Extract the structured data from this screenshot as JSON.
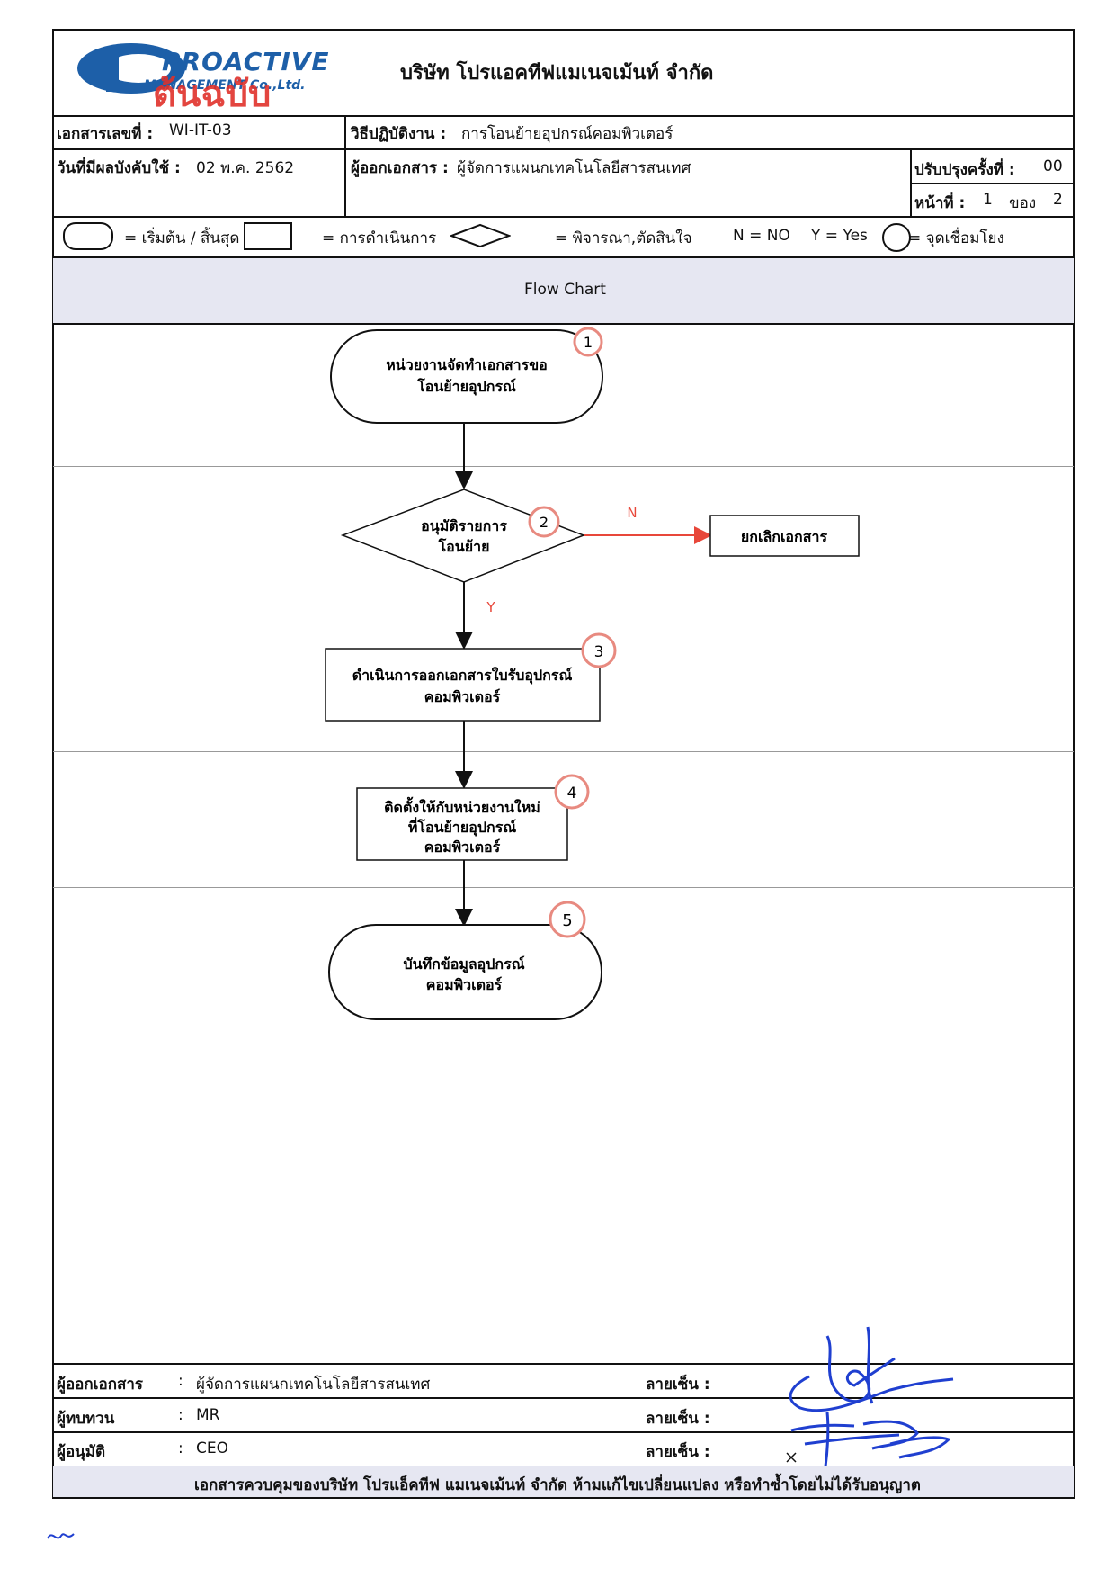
{
  "header": {
    "logo_name": "PROACTIVE",
    "logo_sub": "MANAGEMENT Co.,Ltd.",
    "original_stamp": "ต้นฉบับ",
    "company_name": "บริษัท โปรแอคทีฟแมเนจเม้นท์ จำกัด"
  },
  "doc_info": {
    "doc_no_label": "เอกสารเลขที่ :",
    "doc_no": "WI-IT-03",
    "procedure_label": "วิธีปฏิบัติงาน :",
    "procedure": "การโอนย้ายอุปกรณ์คอมพิวเตอร์",
    "effective_label": "วันที่มีผลบังคับใช้ :",
    "effective": "02 พ.ค. 2562",
    "issuer_label": "ผู้ออกเอกสาร :",
    "issuer": "ผู้จัดการแผนกเทคโนโลยีสารสนเทศ",
    "revision_label": "ปรับปรุงครั้งที่ :",
    "revision": "00",
    "page_label": "หน้าที่ :",
    "page": "1",
    "of_label": "ของ",
    "total_pages": "2"
  },
  "legend": {
    "start_end": "= เริ่มต้น / สิ้นสุด",
    "process": "= การดำเนินการ",
    "decision": "= พิจารณา,ตัดสินใจ",
    "no": "N = NO",
    "yes": "Y = Yes",
    "connector": "= จุดเชื่อมโยง"
  },
  "flowchart": {
    "title": "Flow Chart",
    "step1": {
      "num": "1",
      "line1": "หน่วยงานจัดทำเอกสารขอ",
      "line2": "โอนย้ายอุปกรณ์"
    },
    "step2": {
      "num": "2",
      "line1": "อนุมัติรายการ",
      "line2": "โอนย้าย"
    },
    "reject": "ยกเลิกเอกสาร",
    "no_label": "N",
    "yes_label": "Y",
    "step3": {
      "num": "3",
      "line1": "ดำเนินการออกเอกสารใบรับอุปกรณ์",
      "line2": "คอมพิวเตอร์"
    },
    "step4": {
      "num": "4",
      "line1": "ติดตั้งให้กับหน่วยงานใหม่",
      "line2": "ที่โอนย้ายอุปกรณ์",
      "line3": "คอมพิวเตอร์"
    },
    "step5": {
      "num": "5",
      "line1": "บันทึกข้อมูลอุปกรณ์",
      "line2": "คอมพิวเตอร์"
    }
  },
  "approvals": {
    "issuer_label": "ผู้ออกเอกสาร",
    "issuer_value": "ผู้จัดการแผนกเทคโนโลยีสารสนเทศ",
    "reviewer_label": "ผู้ทบทวน",
    "reviewer_value": "MR",
    "approver_label": "ผู้อนุมัติ",
    "approver_value": "CEO",
    "colon": ":",
    "sign_label": "ลายเซ็น :"
  },
  "footer": {
    "notice": "เอกสารควบคุมของบริษัท โปรแอ็คทีฟ แมเนจเม้นท์ จำกัด ห้ามแก้ไขเปลี่ยนแปลง หรือทำซ้ำโดยไม่ได้รับอนุญาต"
  },
  "colors": {
    "band": "#e6e7f2",
    "flow_red": "#e8473a",
    "step_circle": "#e88a80",
    "logo_blue": "#1d5fa8",
    "stamp_red": "#e0312b",
    "signature_blue": "#1f3fd0"
  }
}
